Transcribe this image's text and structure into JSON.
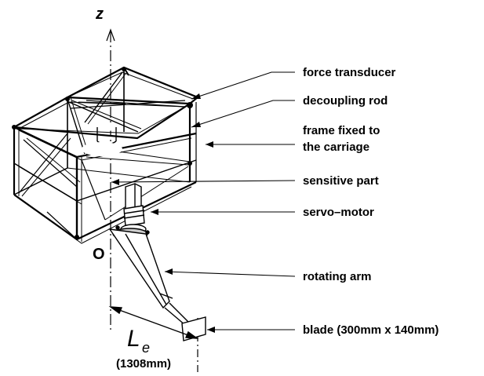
{
  "axis": {
    "z_label": "z",
    "origin_label": "O"
  },
  "dimension": {
    "symbol_main": "L",
    "symbol_sub": "e",
    "value": "(1308mm)"
  },
  "labels": [
    {
      "id": "force-transducer",
      "lines": [
        "force transducer"
      ]
    },
    {
      "id": "decoupling-rod",
      "lines": [
        "decoupling rod"
      ]
    },
    {
      "id": "frame-fixed",
      "lines": [
        "frame fixed to",
        "the carriage"
      ]
    },
    {
      "id": "sensitive-part",
      "lines": [
        "sensitive part"
      ]
    },
    {
      "id": "servo-motor",
      "lines": [
        "servo–motor"
      ]
    },
    {
      "id": "rotating-arm",
      "lines": [
        "rotating arm"
      ]
    },
    {
      "id": "blade",
      "lines": [
        "blade (300mm x 140mm)"
      ]
    }
  ]
}
